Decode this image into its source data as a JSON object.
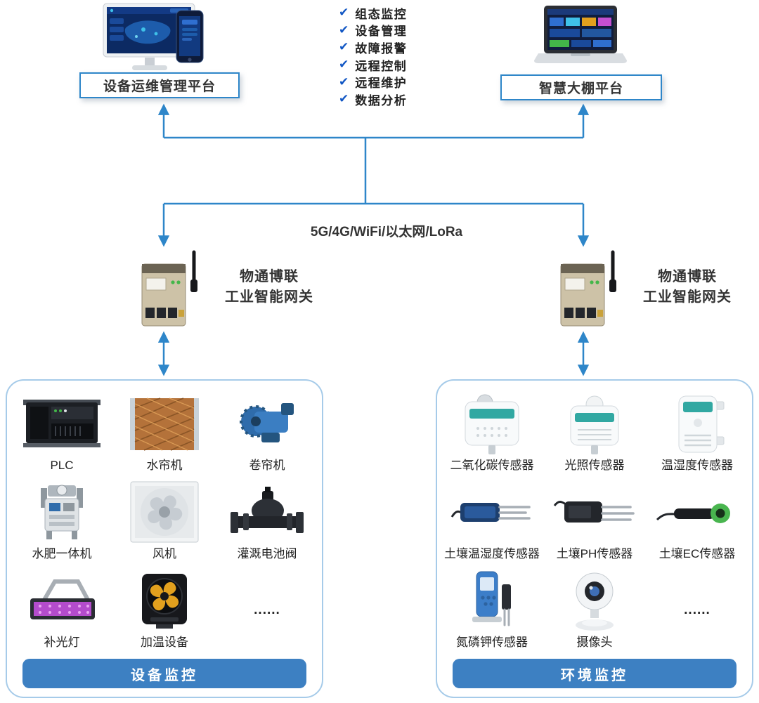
{
  "colors": {
    "accent": "#2e86c9",
    "banner": "#3d80c2",
    "check": "#1257c4",
    "panel_border": "#a6cbe9"
  },
  "icons": {
    "check": "✔"
  },
  "platforms": {
    "left": {
      "label": "设备运维管理平台"
    },
    "right": {
      "label": "智慧大棚平台"
    }
  },
  "features": [
    "组态监控",
    "设备管理",
    "故障报警",
    "远程控制",
    "远程维护",
    "数据分析"
  ],
  "network": {
    "label": "5G/4G/WiFi/以太网/LoRa"
  },
  "gateways": {
    "left": {
      "line1": "物通博联",
      "line2": "工业智能网关"
    },
    "right": {
      "line1": "物通博联",
      "line2": "工业智能网关"
    }
  },
  "device_monitoring": {
    "title": "设备监控",
    "items": [
      {
        "label": "PLC"
      },
      {
        "label": "水帘机"
      },
      {
        "label": "卷帘机"
      },
      {
        "label": "水肥一体机"
      },
      {
        "label": "风机"
      },
      {
        "label": "灌溉电池阀"
      },
      {
        "label": "补光灯"
      },
      {
        "label": "加温设备"
      },
      {
        "label": "......"
      }
    ]
  },
  "environment_monitoring": {
    "title": "环境监控",
    "items": [
      {
        "label": "二氧化碳传感器"
      },
      {
        "label": "光照传感器"
      },
      {
        "label": "温湿度传感器"
      },
      {
        "label": "土壤温湿度传感器"
      },
      {
        "label": "土壤PH传感器"
      },
      {
        "label": "土壤EC传感器"
      },
      {
        "label": "氮磷钾传感器"
      },
      {
        "label": "摄像头"
      },
      {
        "label": "......"
      }
    ]
  }
}
